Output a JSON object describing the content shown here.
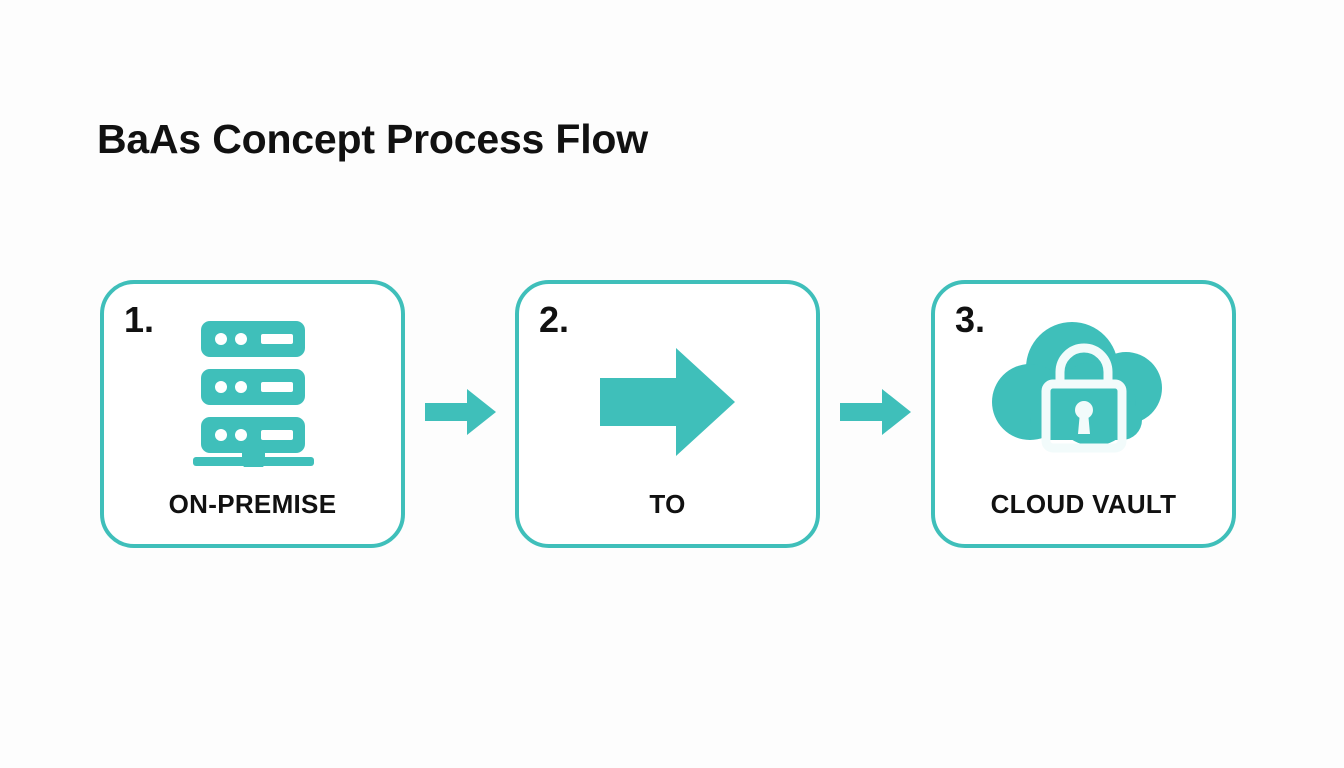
{
  "slide": {
    "title": "BaAs Concept Process Flow",
    "background_color": "#fdfdfd",
    "accent_color": "#3fbfba",
    "text_color": "#111111"
  },
  "flow": {
    "steps": [
      {
        "number": "1.",
        "label": "ON-PREMISE",
        "icon": "server-rack-icon"
      },
      {
        "number": "2.",
        "label": "TO",
        "icon": "arrow-right-icon"
      },
      {
        "number": "3.",
        "label": "CLOUD VAULT",
        "icon": "cloud-lock-icon"
      }
    ],
    "connectors": [
      {
        "icon": "arrow-right-connector-icon"
      },
      {
        "icon": "arrow-right-connector-icon"
      }
    ]
  }
}
